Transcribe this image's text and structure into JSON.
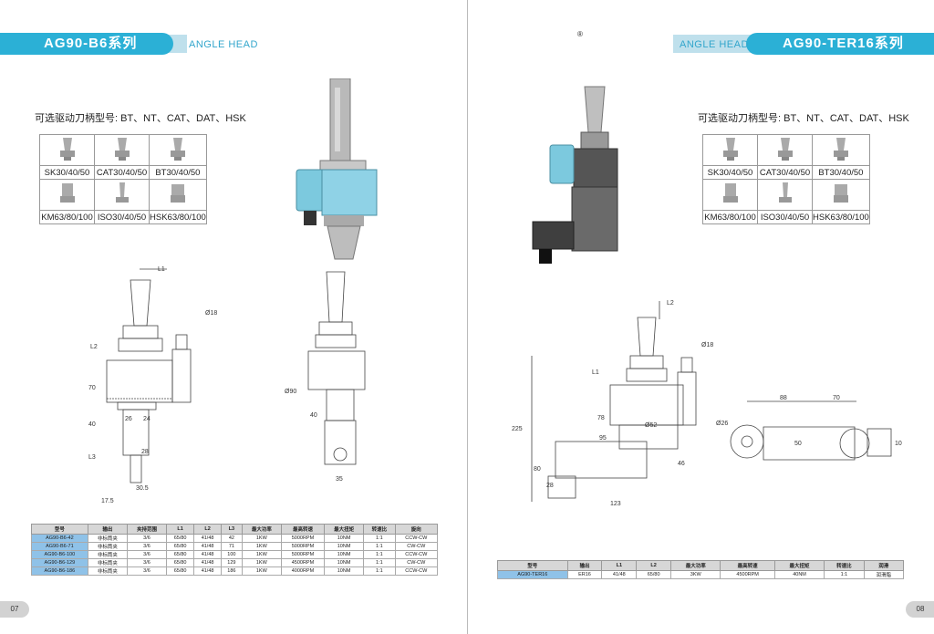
{
  "left": {
    "series_title": "AG90-B6系列",
    "subtitle": "ANGLE HEAD",
    "available_holders": "可选驱动刀柄型号: BT、NT、CAT、DAT、HSK",
    "holders": [
      "SK30/40/50",
      "CAT30/40/50",
      "BT30/40/50",
      "KM63/80/100",
      "ISO30/40/50",
      "HSK63/80/100"
    ],
    "dims": {
      "l1": "L1",
      "l2": "L2",
      "l3": "L3",
      "d18": "Ø18",
      "d90": "Ø90",
      "v70": "70",
      "v40": "40",
      "v26": "26",
      "v24": "24",
      "v28": "28",
      "v30_5": "30.5",
      "v17_5": "17.5",
      "v35": "35",
      "v40b": "40"
    },
    "table": {
      "headers": [
        "型号",
        "输出",
        "夹持范围",
        "L1",
        "L2",
        "L3",
        "最大功率",
        "最高转速",
        "最大扭矩",
        "转速比",
        "旋向"
      ],
      "rows": [
        [
          "AG90-B6-42",
          "非标筒夹",
          "3/6",
          "65/80",
          "41/48",
          "42",
          "1KW",
          "5000RPM",
          "10NM",
          "1:1",
          "CCW-CW"
        ],
        [
          "AG90-B6-71",
          "非标筒夹",
          "3/6",
          "65/80",
          "41/48",
          "71",
          "1KW",
          "5000RPM",
          "10NM",
          "1:1",
          "CW-CW"
        ],
        [
          "AG90-B6-100",
          "非标筒夹",
          "3/6",
          "65/80",
          "41/48",
          "100",
          "1KW",
          "5000RPM",
          "10NM",
          "1:1",
          "CCW-CW"
        ],
        [
          "AG90-B6-129",
          "非标筒夹",
          "3/6",
          "65/80",
          "41/48",
          "129",
          "1KW",
          "4500RPM",
          "10NM",
          "1:1",
          "CW-CW"
        ],
        [
          "AG90-B6-186",
          "非标筒夹",
          "3/6",
          "65/80",
          "41/48",
          "186",
          "1KW",
          "4000RPM",
          "10NM",
          "1:1",
          "CCW-CW"
        ]
      ]
    },
    "page_number": "07"
  },
  "right": {
    "series_title": "AG90-TER16系列",
    "subtitle": "ANGLE HEAD",
    "registered": "®",
    "available_holders": "可选驱动刀柄型号: BT、NT、CAT、DAT、HSK",
    "holders": [
      "SK30/40/50",
      "CAT30/40/50",
      "BT30/40/50",
      "KM63/80/100",
      "ISO30/40/50",
      "HSK63/80/100"
    ],
    "dims": {
      "l1": "L1",
      "l2": "L2",
      "d18": "Ø18",
      "v225": "225",
      "v78": "78",
      "d52": "Ø52",
      "v95": "95",
      "v80": "80",
      "v28": "28",
      "v46": "46",
      "v123": "123",
      "v88": "88",
      "v70": "70",
      "d26": "Ø26",
      "v50": "50",
      "v10": "10"
    },
    "table": {
      "headers": [
        "型号",
        "输出",
        "L1",
        "L2",
        "最大功率",
        "最高转速",
        "最大扭矩",
        "转速比",
        "润滑"
      ],
      "rows": [
        [
          "AG90-TER16",
          "ER16",
          "41/48",
          "65/80",
          "3KW",
          "4500RPM",
          "40NM",
          "1:1",
          "润滑脂"
        ]
      ]
    },
    "page_number": "08"
  },
  "colors": {
    "accent": "#2bb0d6",
    "band": "#bfe0ec",
    "model_cell": "#8fc2e8",
    "header_cell": "#d7d7d7"
  }
}
